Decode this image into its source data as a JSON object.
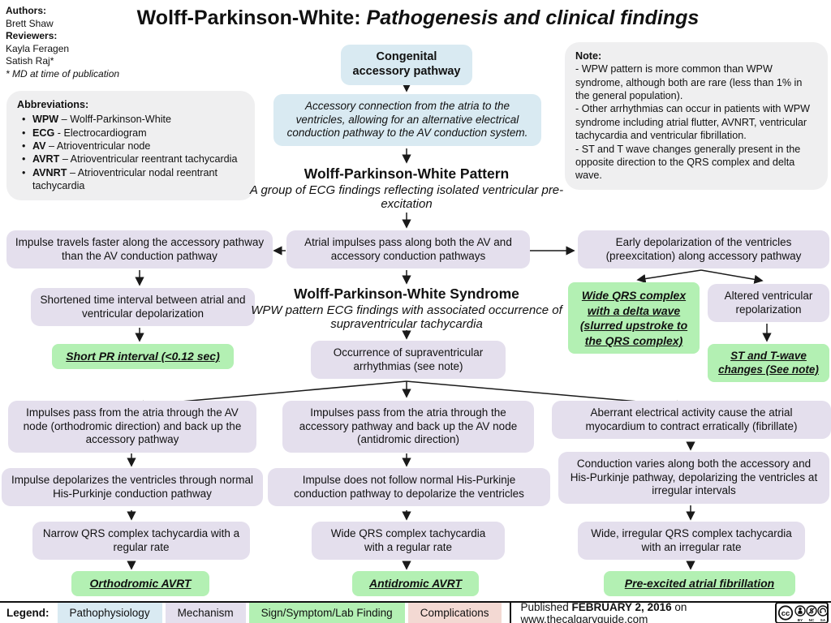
{
  "colors": {
    "pathophysiology": "#d9eaf2",
    "mechanism": "#e4dfed",
    "sign_symptom_lab_finding": "#b3f0b3",
    "complications": "#f3d9d3",
    "info_box_background": "#efeff0"
  },
  "header": {
    "authors_label": "Authors:",
    "author": "Brett Shaw",
    "reviewers_label": "Reviewers:",
    "reviewer_1": "Kayla Feragen",
    "reviewer_2": "Satish Raj*",
    "footnote": "* MD at time of publication",
    "title_prefix": "Wolff-Parkinson-White: ",
    "title_emphasis": "Pathogenesis and clinical findings"
  },
  "abbreviations": {
    "title": "Abbreviations:",
    "items": [
      {
        "abbr": "WPW",
        "rest": " – Wolff-Parkinson-White"
      },
      {
        "abbr": "ECG",
        "rest": " - Electrocardiogram"
      },
      {
        "abbr": "AV",
        "rest": " – Atrioventricular node"
      },
      {
        "abbr": "AVRT",
        "rest": " – Atrioventricular reentrant tachycardia"
      },
      {
        "abbr": "AVNRT",
        "rest": " – Atrioventricular nodal reentrant tachycardia"
      }
    ]
  },
  "note": {
    "title": "Note:",
    "lines": [
      "- WPW pattern is more common than WPW syndrome, although both are rare (less than 1% in the general population).",
      "- Other arrhythmias can occur in patients with WPW syndrome including atrial flutter, AVNRT, ventricular tachycardia and ventricular fibrillation.",
      "- ST and T wave changes generally present in the opposite direction to the QRS complex and delta wave."
    ]
  },
  "flow": {
    "congenital": "Congenital accessory pathway",
    "accessory_connection": "Accessory connection from the atria to the ventricles, allowing for an alternative electrical conduction pathway to the AV conduction system.",
    "pattern_title": "Wolff-Parkinson-White Pattern",
    "pattern_subtitle": "A group of ECG findings reflecting isolated ventricular pre-excitation",
    "atrial_impulses": "Atrial impulses pass along both the AV and accessory conduction pathways",
    "impulse_faster": "Impulse travels faster along the accessory pathway than the AV conduction pathway",
    "shortened_interval": "Shortened time interval between atrial and ventricular depolarization",
    "short_pr": "Short PR interval (<0.12 sec)",
    "early_depolarization": "Early depolarization of the ventricles (preexcitation) along accessory pathway",
    "wide_qrs_delta": "Wide QRS complex with a delta wave (slurred upstroke to the QRS complex)",
    "altered_repolarization": "Altered ventricular repolarization",
    "st_t_changes": "ST and T-wave changes (See note)",
    "syndrome_title": "Wolff-Parkinson-White Syndrome",
    "syndrome_subtitle": "WPW pattern ECG findings with associated occurrence of supraventricular tachycardia",
    "occurrence": "Occurrence of supraventricular arrhythmias (see note)",
    "orthodromic": {
      "step1": "Impulses pass from the atria through the AV node (orthodromic direction) and back up the accessory pathway",
      "step2": "Impulse depolarizes the ventricles through normal His-Purkinje conduction pathway",
      "step3": "Narrow QRS complex tachycardia with a regular rate",
      "label": "Orthodromic AVRT"
    },
    "antidromic": {
      "step1": "Impulses pass from the atria through the accessory pathway and back up the AV node (antidromic direction)",
      "step2": "Impulse does not follow normal His-Purkinje conduction pathway to depolarize the ventricles",
      "step3": "Wide QRS complex tachycardia with a regular rate",
      "label": "Antidromic AVRT"
    },
    "afib": {
      "step1": "Aberrant electrical activity cause the atrial myocardium to contract erratically (fibrillate)",
      "step2": "Conduction varies along both the accessory and His-Purkinje pathway, depolarizing the ventricles at irregular intervals",
      "step3": "Wide, irregular QRS complex tachycardia with an irregular rate",
      "label": "Pre-excited atrial fibrillation"
    }
  },
  "footer": {
    "legend_label": "Legend:",
    "legend": [
      {
        "label": "Pathophysiology",
        "color": "#d9eaf2"
      },
      {
        "label": "Mechanism",
        "color": "#e4dfed"
      },
      {
        "label": "Sign/Symptom/Lab Finding",
        "color": "#b3f0b3"
      },
      {
        "label": "Complications",
        "color": "#f3d9d3"
      }
    ],
    "published_prefix": "Published ",
    "published_date": "FEBRUARY 2, 2016",
    "published_suffix": " on www.thecalgaryguide.com",
    "cc": "cc",
    "cc_labels": [
      "BY",
      "NC",
      "SA"
    ]
  }
}
